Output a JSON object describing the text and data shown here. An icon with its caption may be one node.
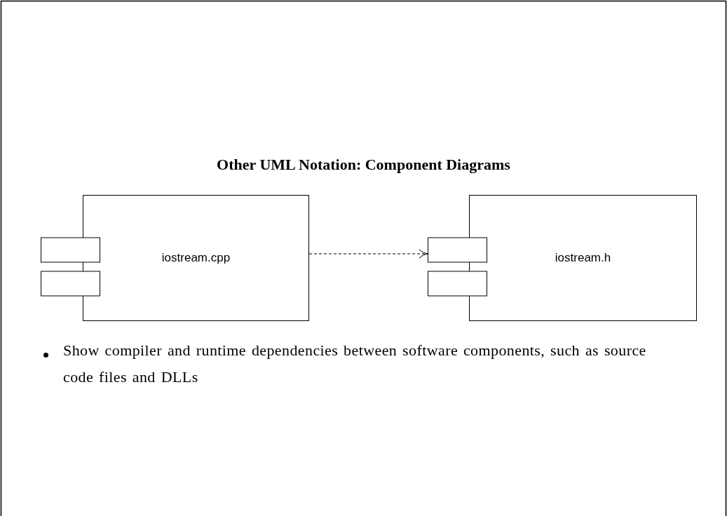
{
  "diagram": {
    "title": "Other UML Notation: Component Diagrams",
    "nodes": [
      {
        "text": [
          "iostream.cpp"
        ]
      },
      {
        "text": [
          "iostream.h"
        ]
      }
    ],
    "edges": [
      {
        "from": 0,
        "to": 1,
        "arrow": "to",
        "style": "dashed"
      }
    ],
    "labels": [
      "Show compiler and runtime dependencies between software components, such as source code files and DLLs"
    ]
  }
}
